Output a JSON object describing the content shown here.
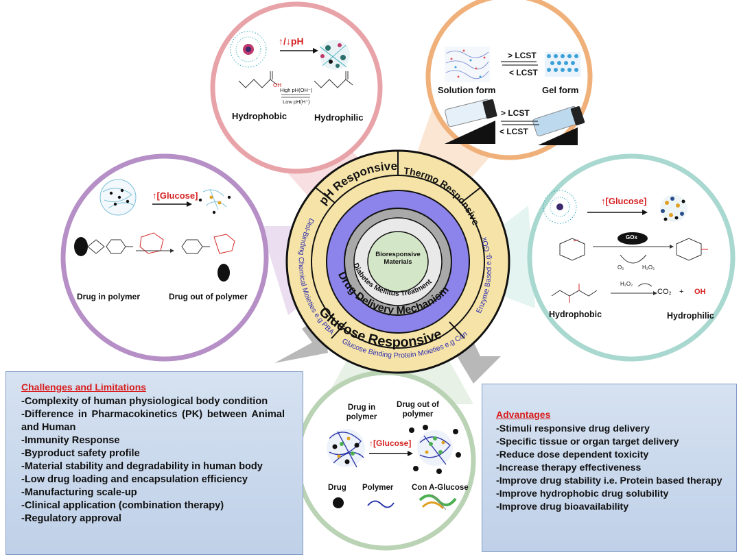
{
  "hub": {
    "center": "Bioresponsive Materials",
    "ring_inner": "Diabetes Mellitus Treatment",
    "ring_mid": "Drug Delivery Mechanism",
    "seg_ph": "pH Responsive",
    "seg_thermo": "Thermo Responsive",
    "seg_glucose": "Glucose Responsive",
    "sub_diol": "Diol-Binding Chemical Moieties e.g PBA",
    "sub_protein": "Glucose Binding Protein Moieties e.g Con A",
    "sub_enzyme": "Enzyme Based e.g. GOx"
  },
  "ph_panel": {
    "trigger": "↑/↓pH",
    "high": "High pH(OH⁻)",
    "low": "Low pH(H⁺)",
    "hydrophobic": "Hydrophobic",
    "hydrophilic": "Hydrophilic",
    "oh": "OH"
  },
  "thermo_panel": {
    "lcst_up_1": "> LCST",
    "lcst_down_1": "< LCST",
    "solution": "Solution form",
    "gel": "Gel form",
    "lcst_up_2": "> LCST",
    "lcst_down_2": "< LCST"
  },
  "pba_panel": {
    "trigger": "↑[Glucose]",
    "drug_in": "Drug in polymer",
    "drug_out": "Drug out of polymer"
  },
  "gox_panel": {
    "trigger": "↑[Glucose]",
    "enzyme": "GOx",
    "o2": "O₂",
    "h2o2_a": "H₂O₂",
    "h2o2_b": "H₂O₂",
    "co2": "CO₂",
    "plus": "+",
    "oh": "OH",
    "hydrophobic": "Hydrophobic",
    "hydrophilic": "Hydrophilic"
  },
  "cona_panel": {
    "drug_in": "Drug in polymer",
    "drug_out": "Drug out of polymer",
    "trigger": "↑[Glucose]",
    "legend_drug": "Drug",
    "legend_polymer": "Polymer",
    "legend_cona": "Con A-Glucose"
  },
  "challenges": {
    "title": "Challenges and Limitations",
    "items": [
      "-Complexity of human physiological body condition",
      "-Difference in Pharmacokinetics (PK) between Animal and Human",
      "-Immunity Response",
      "-Byproduct safety profile",
      "-Material stability and degradability in human body",
      "-Low drug loading and encapsulation efficiency",
      "-Manufacturing scale-up",
      "-Clinical application (combination therapy)",
      "-Regulatory approval"
    ]
  },
  "advantages": {
    "title": "Advantages",
    "items": [
      "-Stimuli responsive drug delivery",
      "-Specific tissue or organ target delivery",
      "-Reduce dose dependent toxicity",
      "-Increase therapy effectiveness",
      "-Improve drug stability i.e. Protein based therapy",
      "-Improve hydrophobic drug solubility",
      "-Improve drug bioavailability"
    ]
  },
  "colors": {
    "ph_ring": "#e8a3a8",
    "thermo_ring": "#f0b07a",
    "pba_ring": "#b58fc6",
    "gox_ring": "#a8d8cf",
    "cona_ring": "#b9d3b4",
    "hub_outer": "#f5e3a8",
    "hub_blue": "#8c84ea",
    "trigger_red": "#d62222"
  }
}
